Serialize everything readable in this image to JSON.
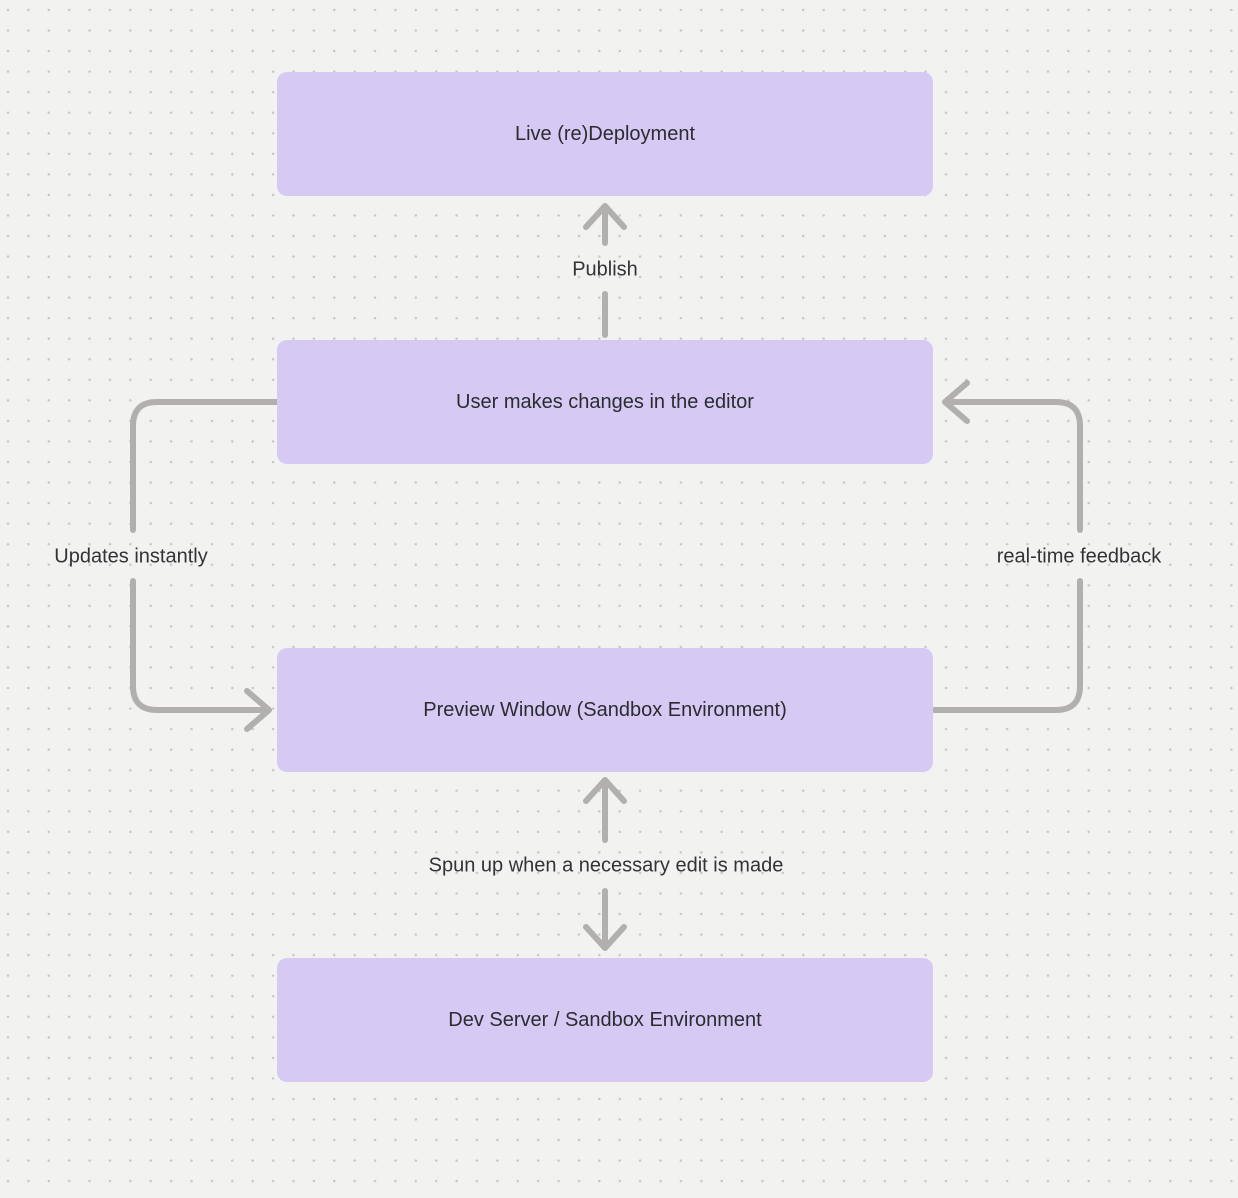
{
  "diagram": {
    "nodes": [
      {
        "id": "live-redeployment",
        "label": "Live (re)Deployment"
      },
      {
        "id": "user-editor",
        "label": "User makes changes in the editor"
      },
      {
        "id": "preview-window",
        "label": "Preview Window (Sandbox Environment)"
      },
      {
        "id": "dev-server",
        "label": "Dev Server / Sandbox Environment"
      }
    ],
    "edges": [
      {
        "from": "user-editor",
        "to": "live-redeployment",
        "label": "Publish",
        "direction": "up"
      },
      {
        "from": "user-editor",
        "to": "preview-window",
        "label": "Updates instantly",
        "direction": "left-loop-down"
      },
      {
        "from": "preview-window",
        "to": "user-editor",
        "label": "real-time feedback",
        "direction": "right-loop-up"
      },
      {
        "from": "preview-window",
        "to": "dev-server",
        "label": "Spun up when a necessary edit is made",
        "direction": "bidirectional"
      }
    ],
    "colors": {
      "background": "#f2f2f1",
      "dot": "#c7c7c6",
      "node_fill": "#d6caf4",
      "arrow": "#b1b0ae",
      "text": "#2b2b30"
    }
  }
}
